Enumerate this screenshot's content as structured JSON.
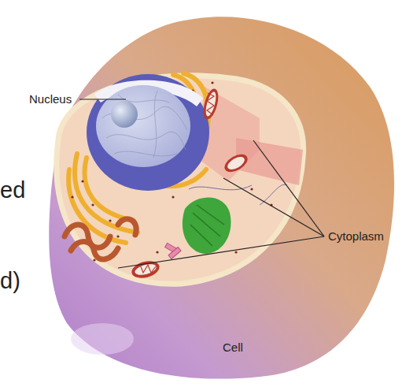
{
  "diagram": {
    "labels": [
      "Nucleus",
      "Cytoplasm",
      "Cell",
      "ed",
      "d)"
    ]
  }
}
